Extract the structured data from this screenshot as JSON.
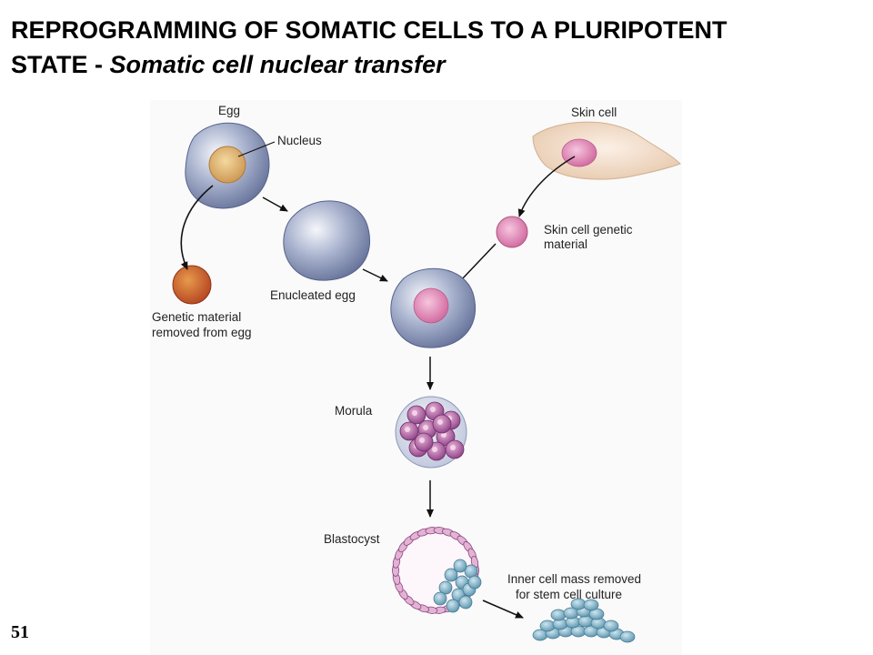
{
  "title": {
    "line1": "REPROGRAMMING OF SOMATIC CELLS TO A PLURIPOTENT",
    "line2_main": "STATE - ",
    "line2_sub": "Somatic cell nuclear transfer"
  },
  "labels": {
    "egg": "Egg",
    "nucleus": "Nucleus",
    "skin_cell": "Skin cell",
    "skin_genetic_1": "Skin cell genetic",
    "skin_genetic_2": "material",
    "enucleated_egg": "Enucleated egg",
    "genetic_removed_1": "Genetic material",
    "genetic_removed_2": "removed from egg",
    "morula": "Morula",
    "blastocyst": "Blastocyst",
    "inner_mass_1": "Inner cell mass removed",
    "inner_mass_2": "for stem cell culture"
  },
  "page_number": "51",
  "colors": {
    "egg_blue": "#6f7ea6",
    "nucleus_orange": "#d9a35a",
    "removed_red": "#c8552a",
    "skin_pink": "#d873a8",
    "skin_cell_beige": "#f0d9c3",
    "inner_mass_blue": "#7fb0c6",
    "morula_purple": "#a05a9a"
  }
}
